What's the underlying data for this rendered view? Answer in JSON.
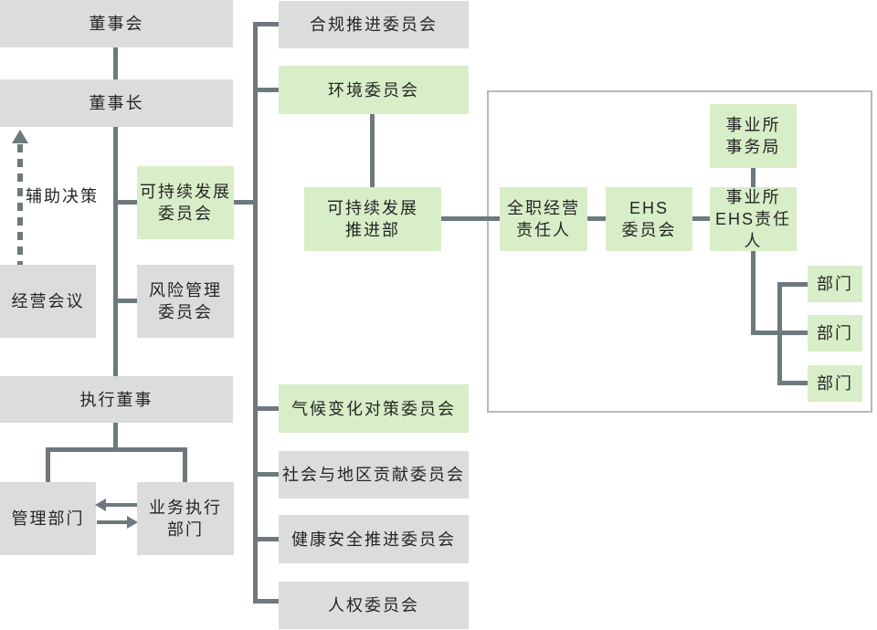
{
  "palette": {
    "box_gray": "#dbdcde",
    "box_green": "#d8eec8",
    "line": "#6d797c",
    "frame_border": "#b6b9bb",
    "text": "#252525",
    "background": "#ffffff"
  },
  "labels": {
    "aux_decision": "辅助决策"
  },
  "nodes": {
    "board": "董事会",
    "chairman": "董事长",
    "sustain_committee": "可持续发展\n委员会",
    "mgmt_meeting": "经营会议",
    "risk_committee": "风险管理\n委员会",
    "exec_director": "执行董事",
    "admin_dept": "管理部门",
    "biz_exec_dept": "业务执行\n部门",
    "compliance_committee": "合规推进委员会",
    "environment_committee": "环境委员会",
    "sustain_promotion_dept": "可持续发展\n推进部",
    "climate_committee": "气候变化对策委员会",
    "social_committee": "社会与地区贡献委员会",
    "health_safety_committee": "健康安全推进委员会",
    "human_rights_committee": "人权委员会",
    "office_bureau": "事业所\n事务局",
    "fulltime_manager": "全职经营\n责任人",
    "ehs_committee": "EHS\n委员会",
    "office_ehs_manager": "事业所\nEHS责任人",
    "dept_1": "部门",
    "dept_2": "部门",
    "dept_3": "部门"
  }
}
